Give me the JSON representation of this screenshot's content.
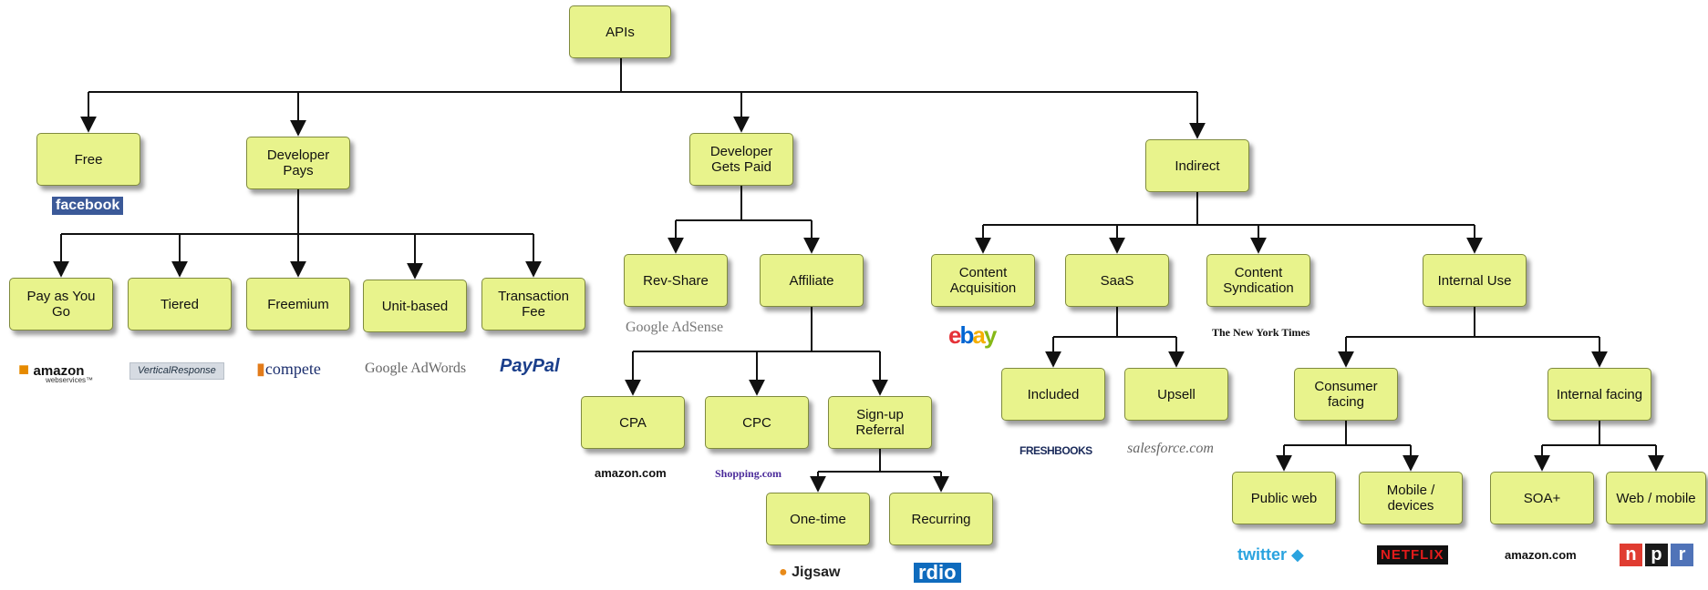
{
  "nodes": {
    "apis": "APIs",
    "free": "Free",
    "developer_pays": "Developer\nPays",
    "developer_gets_paid": "Developer\nGets Paid",
    "indirect": "Indirect",
    "pay_as_you_go": "Pay as You\nGo",
    "tiered": "Tiered",
    "freemium": "Freemium",
    "unit_based": "Unit-based",
    "transaction_fee": "Transaction\nFee",
    "rev_share": "Rev-Share",
    "affiliate": "Affiliate",
    "cpa": "CPA",
    "cpc": "CPC",
    "signup_referral": "Sign-up\nReferral",
    "one_time": "One-time",
    "recurring": "Recurring",
    "content_acquisition": "Content\nAcquisition",
    "saas": "SaaS",
    "content_syndication": "Content\nSyndication",
    "internal_use": "Internal Use",
    "included": "Included",
    "upsell": "Upsell",
    "consumer_facing": "Consumer\nfacing",
    "internal_facing": "Internal facing",
    "public_web": "Public web",
    "mobile_devices": "Mobile /\ndevices",
    "soa_plus": "SOA+",
    "web_mobile": "Web / mobile"
  },
  "logos": {
    "facebook": "facebook",
    "amazon_webservices": "amazon",
    "amazon_webservices_sub": "webservices™",
    "verticalresponse": "VerticalResponse",
    "compete": "compete",
    "google_adwords": "Google AdWords",
    "paypal": "PayPal",
    "google_adsense": "Google AdSense",
    "amazon_cpa": "amazon.com",
    "shopping": "Shopping.com",
    "jigsaw": "Jigsaw",
    "rdio": "rdio",
    "ebay": "ebay",
    "nyt": "The New York Times",
    "freshbooks": "FRESHBOOKS",
    "salesforce": "salesforce.com",
    "twitter": "twitter",
    "netflix": "NETFLIX",
    "amazon_soa": "amazon.com",
    "npr": [
      "n",
      "p",
      "r"
    ]
  },
  "colors": {
    "node_fill": "#e8f38c",
    "node_border": "#7f8a3e",
    "connector": "#111111",
    "ebay_e": "#e53238",
    "ebay_b": "#0064d2",
    "ebay_a": "#f5af02",
    "ebay_y": "#86b817",
    "npr_n": "#e03c31",
    "npr_p": "#1a1a1a",
    "npr_r": "#5073b8"
  }
}
